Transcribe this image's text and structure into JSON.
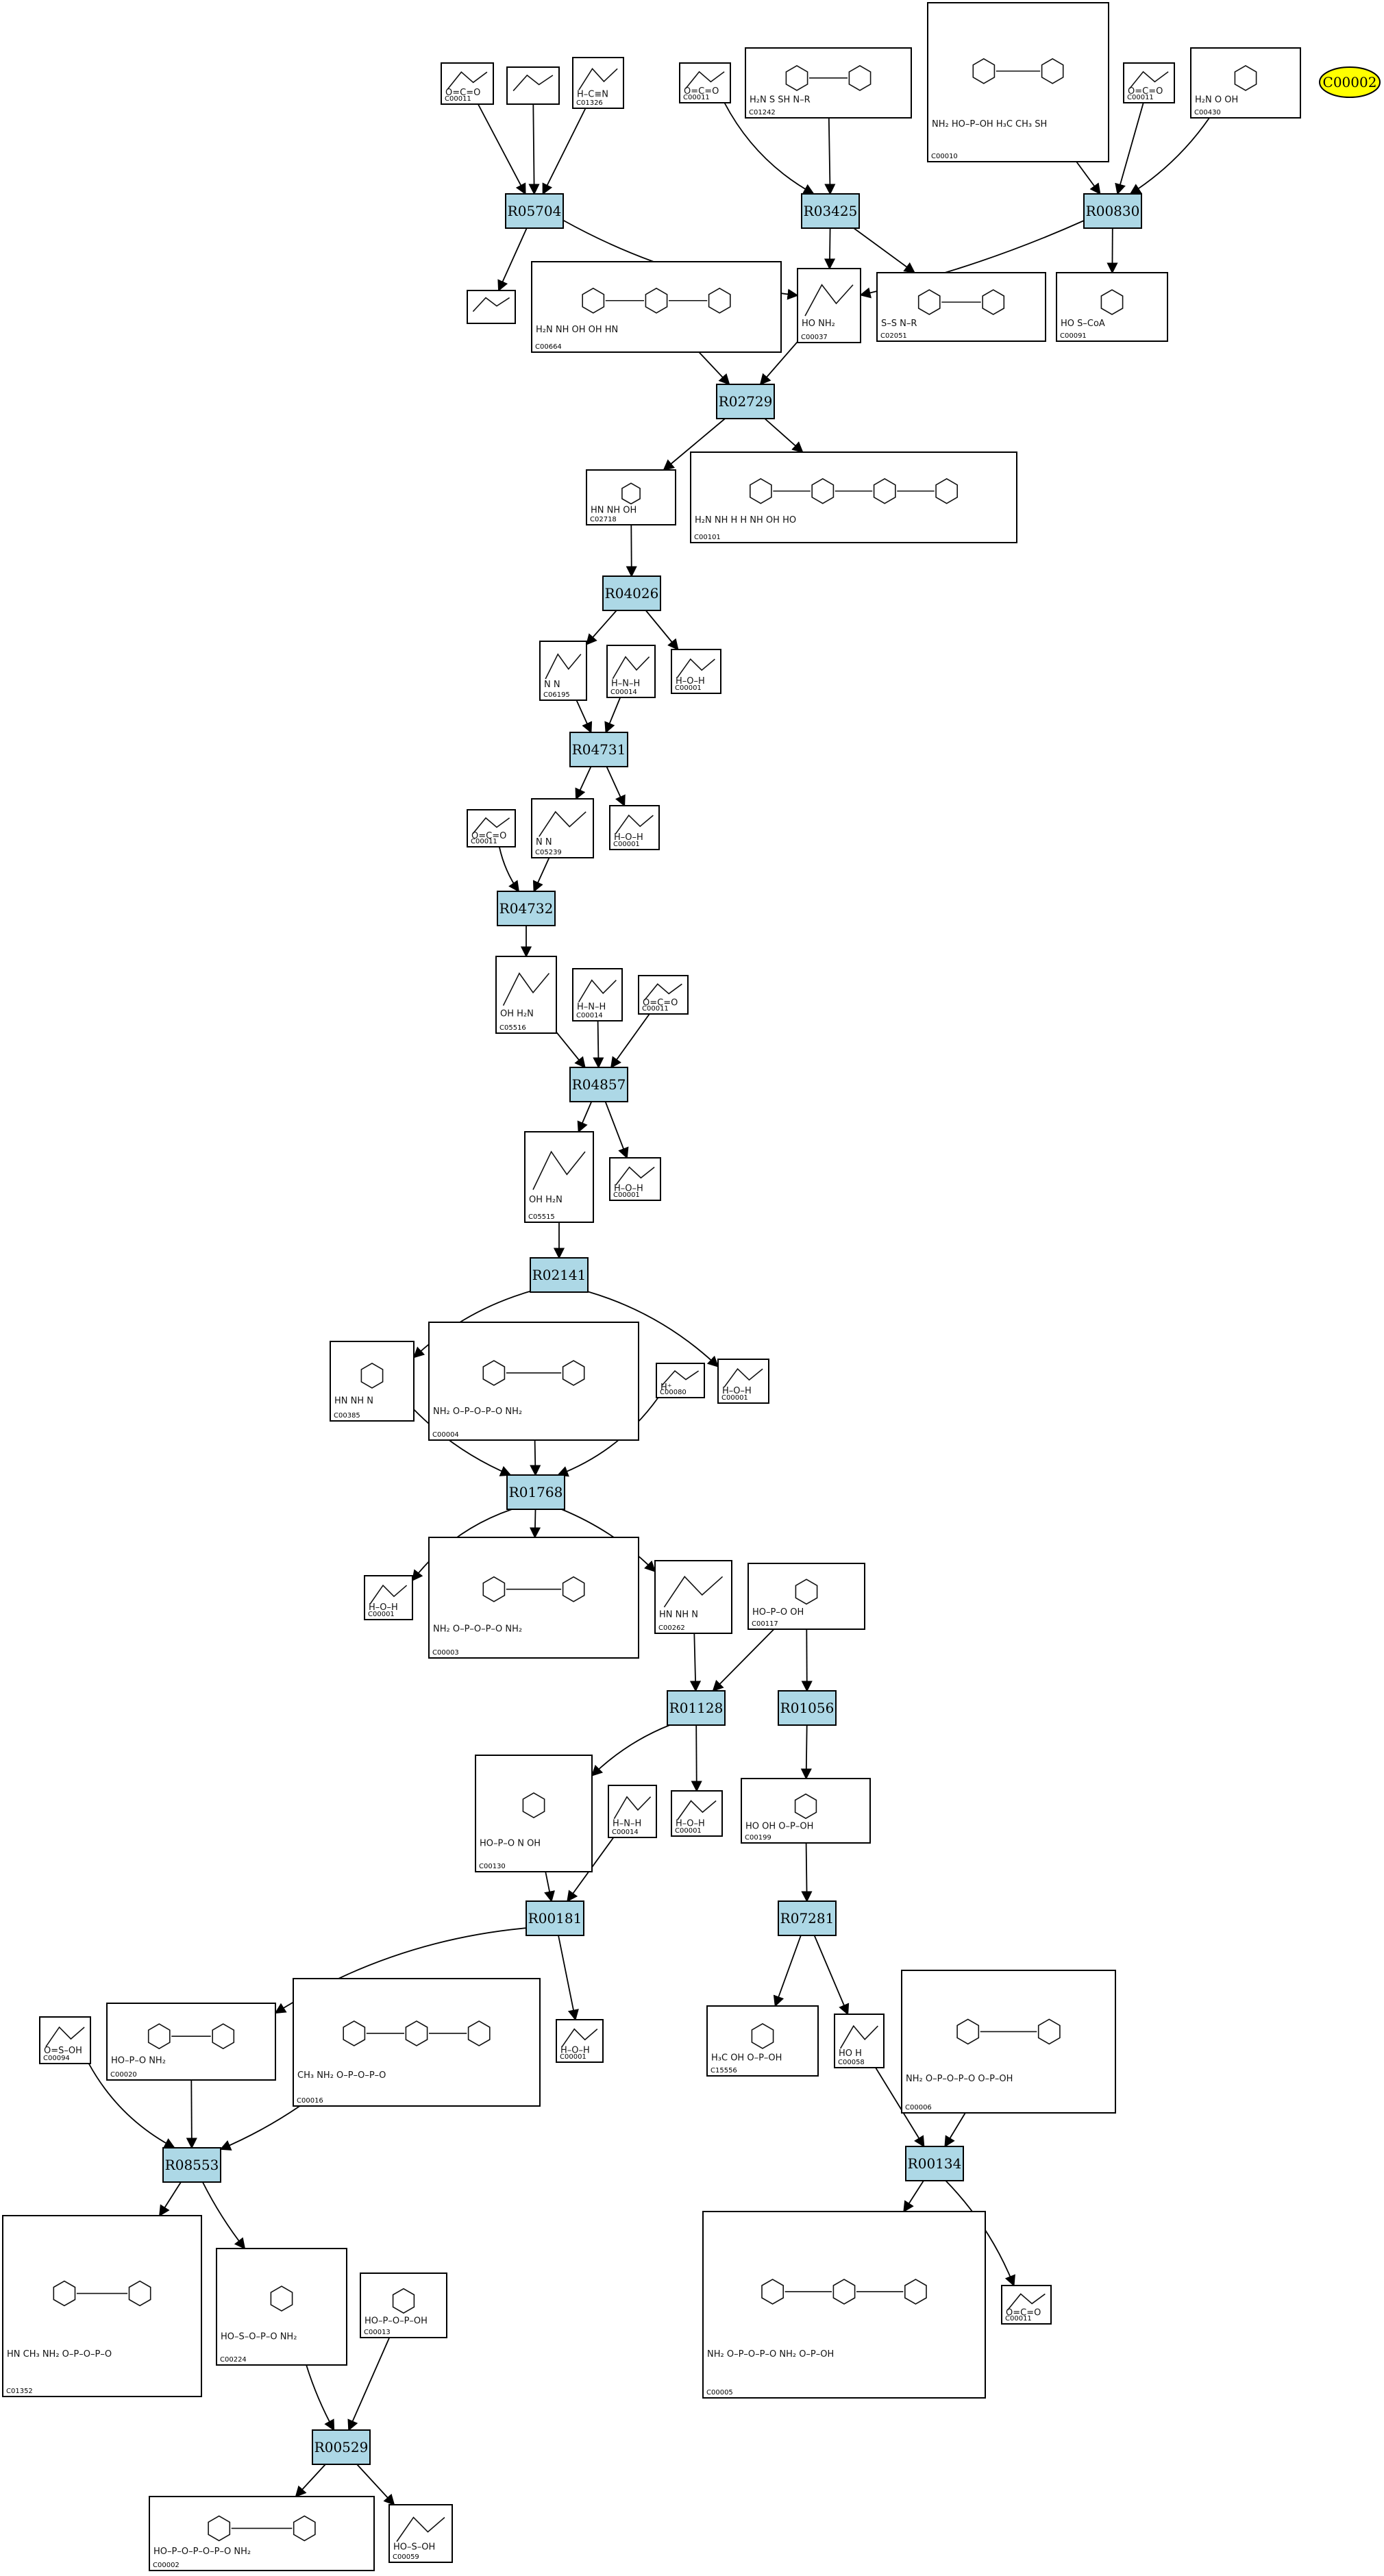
{
  "colors": {
    "reaction_fill": "#add8e6",
    "highlight_fill": "#ffff00",
    "edge": "#000000",
    "box_stroke": "#000000"
  },
  "highlight": {
    "id": "C00002",
    "label": "C00002"
  },
  "reactions": [
    {
      "id": "R05704",
      "label": "R05704"
    },
    {
      "id": "R03425",
      "label": "R03425"
    },
    {
      "id": "R00830",
      "label": "R00830"
    },
    {
      "id": "R02729",
      "label": "R02729"
    },
    {
      "id": "R04026",
      "label": "R04026"
    },
    {
      "id": "R04731",
      "label": "R04731"
    },
    {
      "id": "R04732",
      "label": "R04732"
    },
    {
      "id": "R04857",
      "label": "R04857"
    },
    {
      "id": "R02141",
      "label": "R02141"
    },
    {
      "id": "R01768",
      "label": "R01768"
    },
    {
      "id": "R01128",
      "label": "R01128"
    },
    {
      "id": "R01056",
      "label": "R01056"
    },
    {
      "id": "R00181",
      "label": "R00181"
    },
    {
      "id": "R07281",
      "label": "R07281"
    },
    {
      "id": "R08553",
      "label": "R08553"
    },
    {
      "id": "R00134",
      "label": "R00134"
    },
    {
      "id": "R00529",
      "label": "R00529"
    }
  ],
  "compounds": [
    {
      "id": "c1",
      "label": "C00011",
      "glyph": "O=C=O"
    },
    {
      "id": "c2",
      "label": "",
      "glyph": ""
    },
    {
      "id": "c3",
      "label": "C01326",
      "glyph": "H–C≡N"
    },
    {
      "id": "c4",
      "label": "C00011",
      "glyph": "O=C=O"
    },
    {
      "id": "c5",
      "label": "C01242",
      "glyph": "H₂N  S  SH   N–R"
    },
    {
      "id": "c6",
      "label": "C00010",
      "glyph": "NH₂  HO–P–OH  H₃C CH₃  SH"
    },
    {
      "id": "c7",
      "label": "C00011",
      "glyph": "O=C=O"
    },
    {
      "id": "c8",
      "label": "C00430",
      "glyph": "H₂N   O   OH"
    },
    {
      "id": "c9",
      "label": "",
      "glyph": ""
    },
    {
      "id": "c10",
      "label": "C00664",
      "glyph": "H₂N  NH  OH  OH  HN"
    },
    {
      "id": "c11",
      "label": "C00037",
      "glyph": "HO  NH₂"
    },
    {
      "id": "c12",
      "label": "C02051",
      "glyph": "S–S   N–R"
    },
    {
      "id": "c13",
      "label": "C00091",
      "glyph": "HO   S–CoA"
    },
    {
      "id": "c14",
      "label": "C02718",
      "glyph": "HN  NH  OH"
    },
    {
      "id": "c15",
      "label": "C00101",
      "glyph": "H₂N  NH  H  H  NH  OH  HO"
    },
    {
      "id": "c16",
      "label": "C06195",
      "glyph": "N N"
    },
    {
      "id": "c17",
      "label": "C00014",
      "glyph": "H–N–H"
    },
    {
      "id": "c18",
      "label": "C00001",
      "glyph": "H–O–H"
    },
    {
      "id": "c19",
      "label": "C00011",
      "glyph": "O=C=O"
    },
    {
      "id": "c20",
      "label": "C05239",
      "glyph": "N  N"
    },
    {
      "id": "c21",
      "label": "C00001",
      "glyph": "H–O–H"
    },
    {
      "id": "c22",
      "label": "C05516",
      "glyph": "OH  H₂N"
    },
    {
      "id": "c23",
      "label": "C00014",
      "glyph": "H–N–H"
    },
    {
      "id": "c24",
      "label": "C00011",
      "glyph": "O=C=O"
    },
    {
      "id": "c25",
      "label": "C05515",
      "glyph": "OH  H₂N"
    },
    {
      "id": "c26",
      "label": "C00001",
      "glyph": "H–O–H"
    },
    {
      "id": "c27",
      "label": "C00385",
      "glyph": "HN  NH  N"
    },
    {
      "id": "c28",
      "label": "C00004",
      "glyph": "NH₂  O–P–O–P–O  NH₂"
    },
    {
      "id": "c29",
      "label": "C00080",
      "glyph": "H⁺"
    },
    {
      "id": "c30",
      "label": "C00001",
      "glyph": "H–O–H"
    },
    {
      "id": "c31",
      "label": "C00001",
      "glyph": "H–O–H"
    },
    {
      "id": "c32",
      "label": "C00003",
      "glyph": "NH₂  O–P–O–P–O  NH₂"
    },
    {
      "id": "c33",
      "label": "C00262",
      "glyph": "HN  NH  N"
    },
    {
      "id": "c34",
      "label": "C00117",
      "glyph": "HO–P–O  OH"
    },
    {
      "id": "c35",
      "label": "C00130",
      "glyph": "HO–P–O  N  OH"
    },
    {
      "id": "c36",
      "label": "C00014",
      "glyph": "H–N–H"
    },
    {
      "id": "c37",
      "label": "C00001",
      "glyph": "H–O–H"
    },
    {
      "id": "c38",
      "label": "C00199",
      "glyph": "HO   OH  O–P–OH"
    },
    {
      "id": "c39",
      "label": "C00094",
      "glyph": "O=S–OH"
    },
    {
      "id": "c40",
      "label": "C00020",
      "glyph": "HO–P–O  NH₂"
    },
    {
      "id": "c41",
      "label": "C00016",
      "glyph": "CH₃  NH₂  O–P–O–P–O"
    },
    {
      "id": "c42",
      "label": "C00001",
      "glyph": "H–O–H"
    },
    {
      "id": "c43",
      "label": "C15556",
      "glyph": "H₃C  OH  O–P–OH"
    },
    {
      "id": "c44",
      "label": "C00058",
      "glyph": "HO  H"
    },
    {
      "id": "c45",
      "label": "C00006",
      "glyph": "NH₂  O–P–O–P–O  O–P–OH"
    },
    {
      "id": "c46",
      "label": "C01352",
      "glyph": "HN  CH₃  NH₂  O–P–O–P–O"
    },
    {
      "id": "c47",
      "label": "C00224",
      "glyph": "HO–S–O–P–O  NH₂"
    },
    {
      "id": "c48",
      "label": "C00013",
      "glyph": "HO–P–O–P–OH"
    },
    {
      "id": "c49",
      "label": "C00005",
      "glyph": "NH₂  O–P–O–P–O  NH₂  O–P–OH"
    },
    {
      "id": "c50",
      "label": "C00011",
      "glyph": "O=C=O"
    },
    {
      "id": "c51",
      "label": "C00002",
      "glyph": "HO–P–O–P–O–P–O  NH₂"
    },
    {
      "id": "c52",
      "label": "C00059",
      "glyph": "HO–S–OH"
    }
  ]
}
